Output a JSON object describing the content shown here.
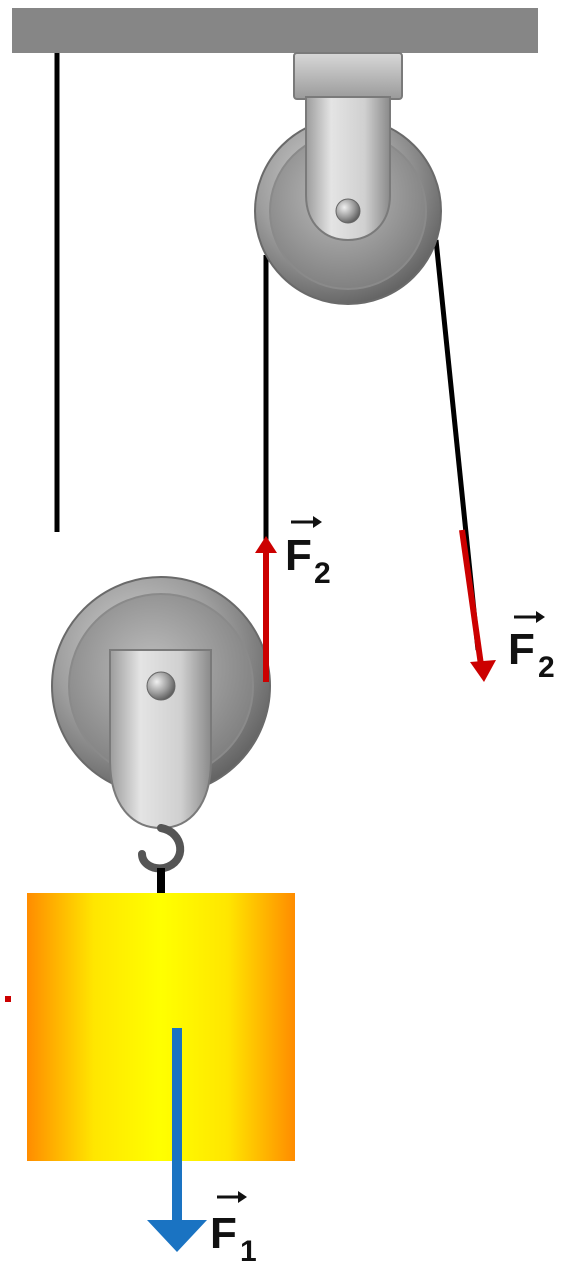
{
  "forces": {
    "f2_rope_label": {
      "letter": "F",
      "subscript": "2",
      "color": "#cc0000"
    },
    "f2_free_label": {
      "letter": "F",
      "subscript": "2",
      "color": "#cc0000"
    },
    "f1_label": {
      "letter": "F",
      "subscript": "1",
      "color": "#1a73c2"
    }
  },
  "colors": {
    "ceiling": "#868686",
    "rope": "#000000",
    "pulley_metal": "#9a9a9a",
    "bracket_metal": "#c8c8c8",
    "load_center": "#ffff00",
    "load_edge": "#ff8c00",
    "force_red": "#cc0000",
    "force_blue": "#1a73c2",
    "label_text": "#111111"
  }
}
